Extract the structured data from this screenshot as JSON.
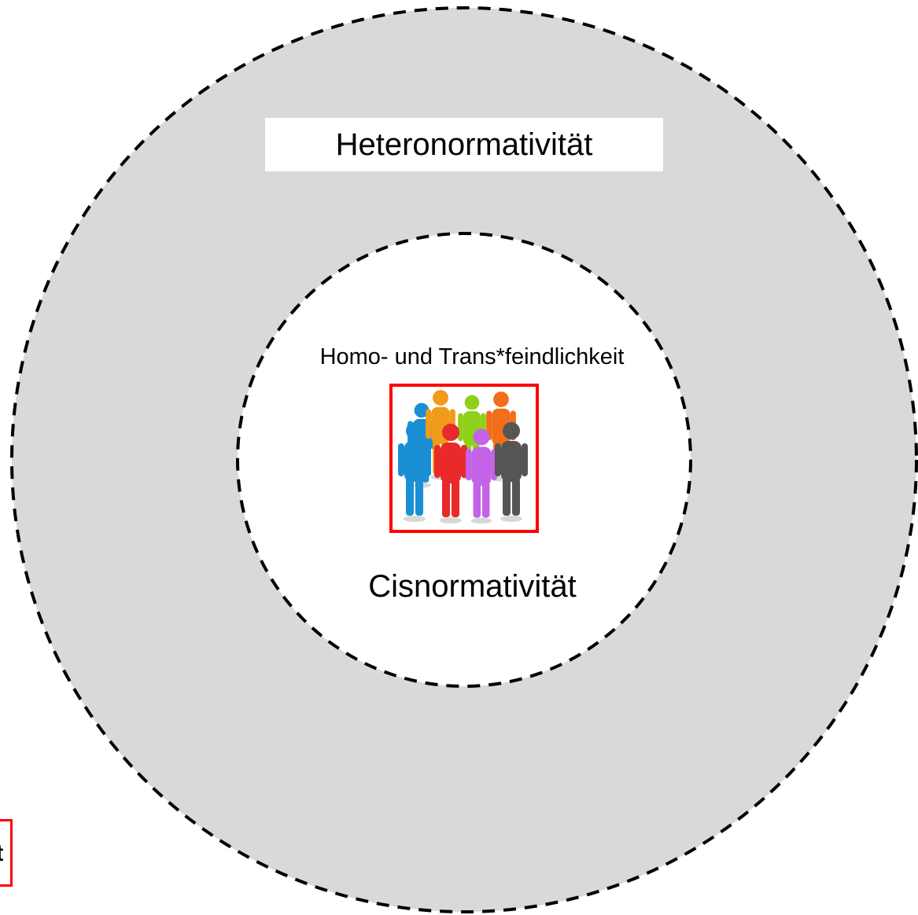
{
  "diagram": {
    "outer_ring": {
      "label_top": "Heteronormativität",
      "label_bottom": "Cisnormativität",
      "fill": "#d9d9d9",
      "stroke": "#000000"
    },
    "inner_circle": {
      "label": "Homo- und Trans*feindlichkeit",
      "fill": "#ffffff",
      "stroke": "#000000"
    },
    "people_group": {
      "icon": "group-of-people-icon",
      "frame_color": "#ff0000",
      "people_colors": [
        "#1a8fd6",
        "#f29a1a",
        "#8fd11a",
        "#f26e1a",
        "#e82a2a",
        "#c462e8",
        "#555555"
      ]
    },
    "cut_off_fragment": {
      "text": "it",
      "frame_color": "#ff0000"
    }
  }
}
